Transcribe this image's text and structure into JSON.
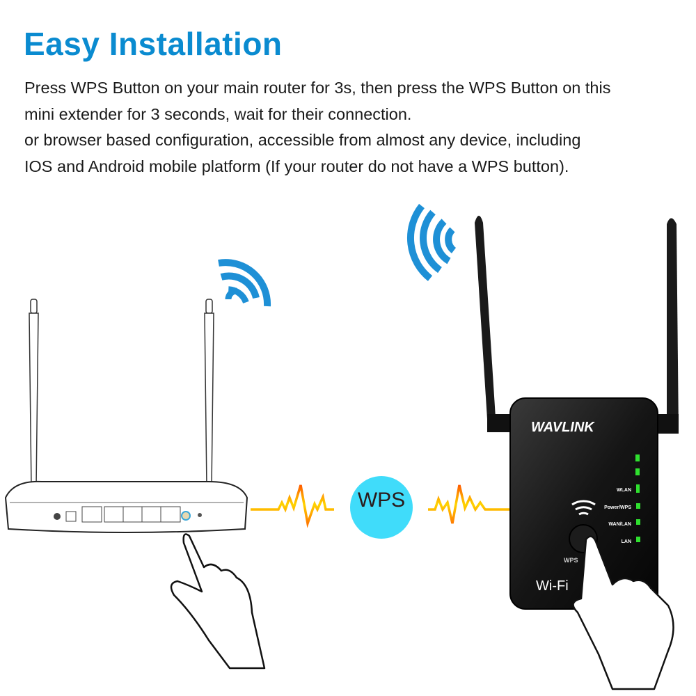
{
  "header": {
    "title": "Easy Installation"
  },
  "description": {
    "lines": [
      "Press WPS Button on your main router for 3s, then press the WPS Button on this",
      "mini extender for 3 seconds, wait for their connection.",
      "or browser based configuration, accessible from almost  any device, including",
      "IOS and Android mobile platform (If your router do not have a WPS button)."
    ]
  },
  "wps_badge": {
    "label": "WPS",
    "color": "#40dcfa"
  },
  "extender": {
    "brand": "WAVLINK",
    "button_label": "WPS",
    "wifi_logo": "Wi-Fi",
    "leds": [
      "WLAN",
      "Power/WPS",
      "WAN/LAN",
      "LAN"
    ],
    "led_color": "#2fe02f"
  },
  "colors": {
    "title": "#0a8bd0",
    "signal": "#1e90d6",
    "pulse": "#ffd400"
  }
}
